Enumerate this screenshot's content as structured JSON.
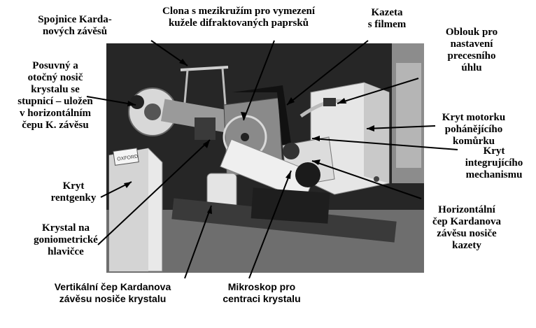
{
  "labels": {
    "spojnice": [
      "Spojnice Karda-",
      "nových závěsů"
    ],
    "clona": [
      "Clona s mezikružím pro vymezení",
      "kužele difraktovaných paprsků"
    ],
    "kazeta": [
      "Kazeta",
      "s filmem"
    ],
    "oblouk": [
      "Oblouk pro",
      "nastavení",
      "precesního",
      "úhlu"
    ],
    "posuvny": [
      "Posuvný a",
      "otočný nosič",
      "krystalu se",
      "stupnicí – uložen",
      "v horizontálním",
      "čepu K. závěsu"
    ],
    "kryt_motorku": [
      "Kryt motorku",
      "poháněj​ícího",
      "komůrku"
    ],
    "kryt_integrujiciho": [
      "Kryt",
      "integrujícího",
      "mechanismu"
    ],
    "kryt_rentgenky": [
      "Kryt",
      "rentgenky"
    ],
    "horizontalni_cep": [
      "Horizontální",
      "čep Kardanova",
      "závěsu nosiče",
      "kazety"
    ],
    "krystal": [
      "Krystal na",
      "goniometrické",
      "hlavičce"
    ],
    "vertikalni_cep": [
      "Vertikální čep Kardanova",
      "závěsu nosiče krystalu"
    ],
    "mikroskop": [
      "Mikroskop pro",
      "centraci krystalu"
    ],
    "brand": "OXFORD"
  },
  "colors": {
    "photo_bg": "#2b2b2b",
    "apparatus_light": "#e6e6e6",
    "apparatus_mid": "#a8a8a8",
    "apparatus_dark": "#151515"
  }
}
